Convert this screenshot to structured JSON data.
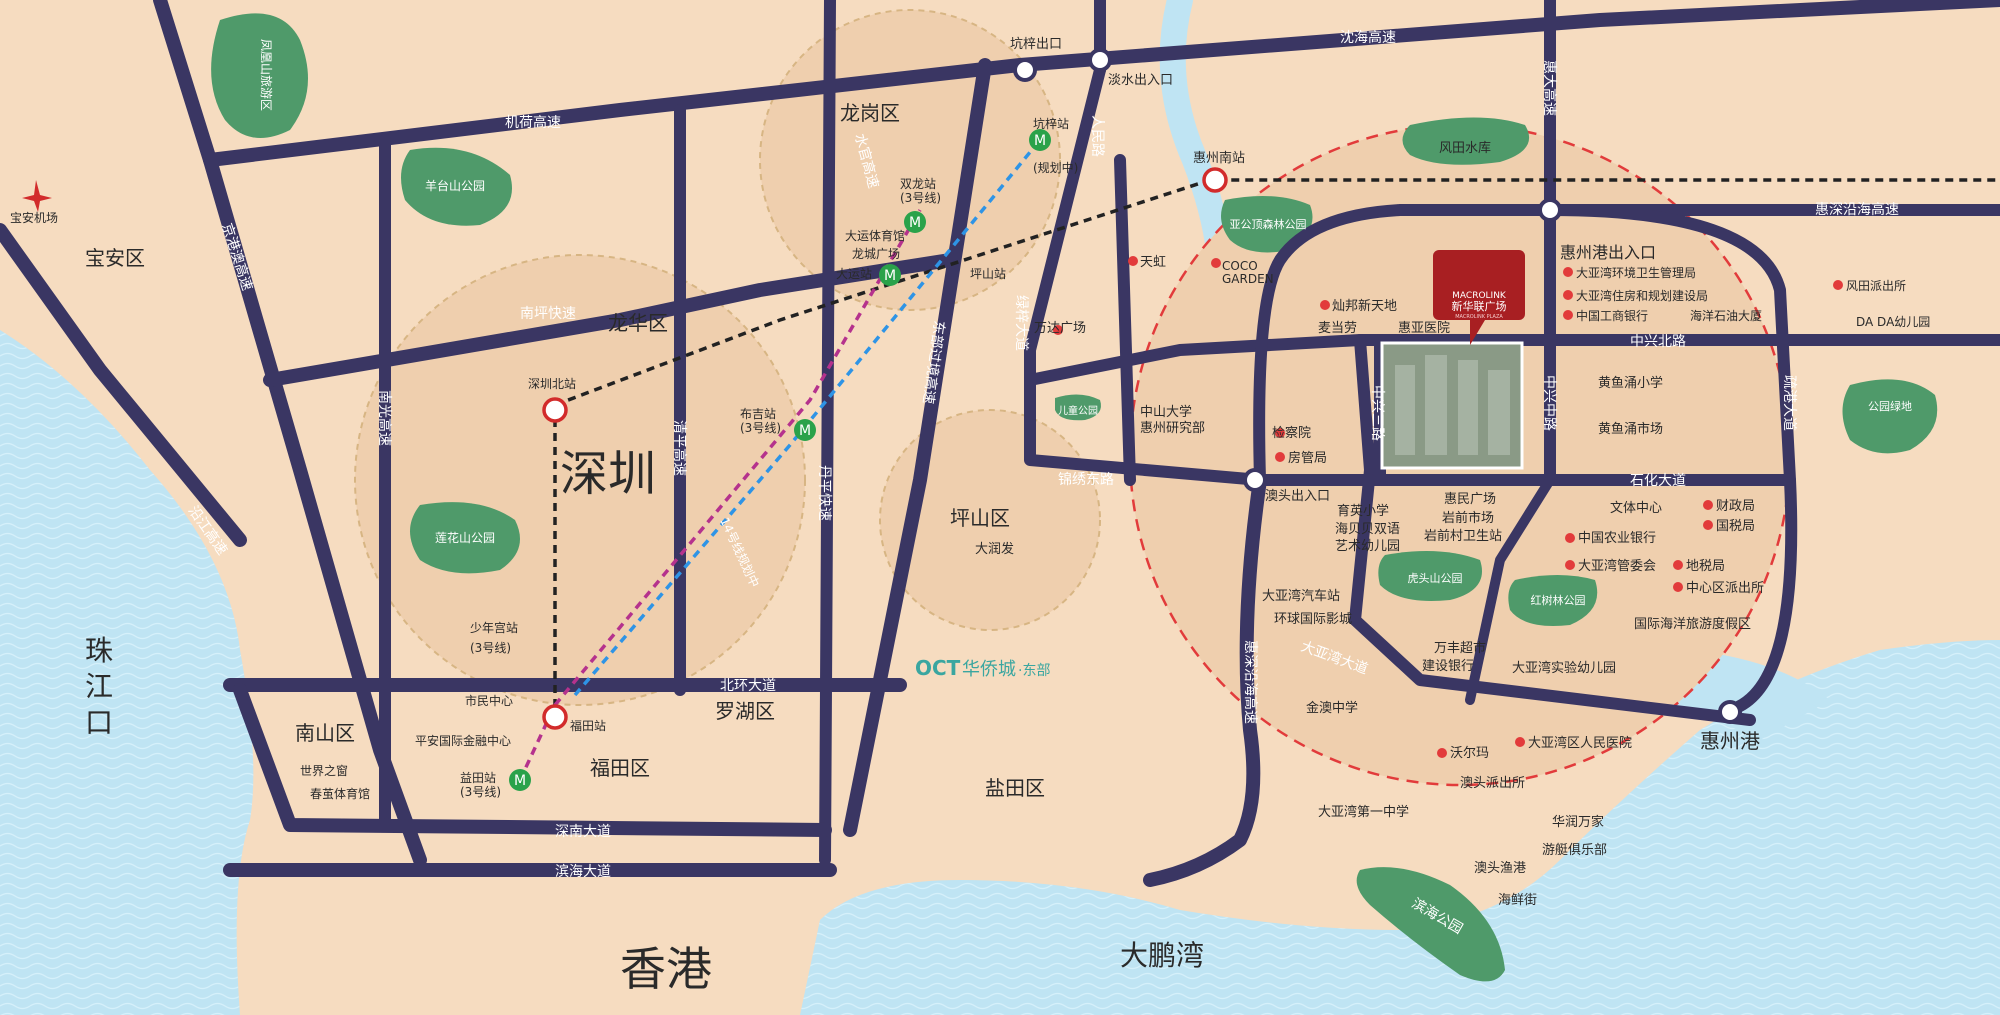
{
  "colors": {
    "land": "#f6dcc0",
    "water": "#bfe4f3",
    "park": "#4f9a6a",
    "road": "#3a3663",
    "district": "#efcfae",
    "metro": "#2aa24a",
    "rail_icon": "#d22b2b"
  },
  "places": {
    "shenzhen": "深圳",
    "hongkong": "香港",
    "dapengwan": "大鹏湾",
    "zhujiangkou": "珠\n江\n口",
    "baoan": "宝安区",
    "longhua": "龙华区",
    "longgang": "龙岗区",
    "pingshan": "坪山区",
    "nanshan": "南山区",
    "futian": "福田区",
    "luohu": "罗湖区",
    "yantian": "盐田区",
    "huizhougang": "惠州港",
    "baoan_airport": "宝安机场"
  },
  "parks": {
    "fenghuangshan": "凤凰山旅游区",
    "yangtaishan": "羊台山公园",
    "lianhuashan": "莲花山公园",
    "fengtian_reservoir": "风田水库",
    "yaqing": "亚公顶森林公园",
    "children_park": "儿童公园",
    "hutoushan": "虎头山公园",
    "hongshulin": "红树林公园",
    "binhai_park": "滨海公园",
    "public_green": "公园绿地"
  },
  "roads": {
    "jihe": "机荷高速",
    "shenhai": "沈海高速",
    "nanping": "南坪快速",
    "jinggangao": "京港澳高速",
    "nanguang": "南光高速",
    "qingping": "清平高速",
    "danping": "丹平快速",
    "dongbu_guojing": "东部过境高速",
    "shuiguan": "水官高速",
    "lvzi": "绿梓大道",
    "renmin": "人民路",
    "huida": "惠大高速",
    "huishen_yanhai_top": "惠深沿海高速",
    "huishen_yanhai": "惠深沿海高速",
    "zhongxing_bei": "中兴北路",
    "zhongxing_san": "中兴三路",
    "zhongxing_zhong": "中兴中路",
    "shuigang": "疏港大道",
    "shihua": "石化大道",
    "jinxiu_dong": "锦绣东路",
    "yanjiang": "沿江高速",
    "beihuan": "北环大道",
    "shennan": "深南大道",
    "binhai": "滨海大道",
    "dayawan": "大亚湾大道"
  },
  "stations": {
    "kengzi_exit": "坑梓出口",
    "danshui_exit": "淡水出入口",
    "kengzi_st": "坑梓站\n(规划中)",
    "huizhou_south": "惠州南站",
    "shuanglong": "双龙站\n(3号线)",
    "dayun_gym": "大运体育馆",
    "longcheng": "龙城广场",
    "dayun": "大运站",
    "pingshan_st": "坪山站",
    "buji": "布吉站\n(3号线)",
    "shenzhen_north": "深圳北站",
    "shaoniangong": "少年宫站\n(3号线)",
    "shimin": "市民中心",
    "futian_st": "福田站",
    "pingan": "平安国际金融中心",
    "yitian": "益田站\n(3号线)",
    "shijiezhichuang": "世界之窗",
    "chunjian": "春茧体育馆",
    "line14": "14号线规划中",
    "huizhougang_exit": "惠州港出入口",
    "aotou_exit": "澳头出入口"
  },
  "pois": {
    "tianhong": "天虹",
    "coco": "COCO\nGARDEN",
    "wanda": "万达广场",
    "dayunfa": "大润发",
    "canbang": "灿邦新天地",
    "mcd": "麦当劳",
    "huiya": "惠亚医院",
    "zhongshan": "中山大学\n惠州研究部",
    "jianchayuan": "检察院",
    "fangguanju": "房管局",
    "dayawan_env": "大亚湾环境卫生管理局",
    "dayawan_housing": "大亚湾住房和规划建设局",
    "icbc": "中国工商银行",
    "cnooc": "海洋石油大厦",
    "fengtian_police": "风田派出所",
    "dada": "DA DA幼儿园",
    "huangyuyong_school": "黄鱼涌小学",
    "huangyuyong_market": "黄鱼涌市场",
    "yuying": "育英小学",
    "haibeibei": "海贝贝双语\n艺术幼儿园",
    "huimin": "惠民广场",
    "yanqian_market": "岩前市场",
    "yanqian_clinic": "岩前村卫生站",
    "wenti": "文体中心",
    "caizheng": "财政局",
    "guoshui": "国税局",
    "abc": "中国农业银行",
    "guanweihui": "大亚湾管委会",
    "dishui": "地税局",
    "zhongxin_police": "中心区派出所",
    "bus_station": "大亚湾汽车站",
    "huanqiu_cinema": "环球国际影城",
    "wanfeng": "万丰超市",
    "ccb": "建设银行",
    "haiyang_resort": "国际海洋旅游度假区",
    "shiyan_kg": "大亚湾实验幼儿园",
    "jinao": "金澳中学",
    "walmart": "沃尔玛",
    "renmin_hospital": "大亚湾区人民医院",
    "aotou_police": "澳头派出所",
    "no1_middle": "大亚湾第一中学",
    "huarun": "华润万家",
    "yacht": "游艇俱乐部",
    "aotou_fish": "澳头渔港",
    "seafood": "海鲜街"
  },
  "project": {
    "logo_en": "MACROLINK",
    "logo_cn": "新华联广场",
    "logo_sub": "MACROLINK PLAZA"
  },
  "brand": {
    "oct": "OCT",
    "oct_cn": "华侨城",
    "oct_east": "·东部"
  }
}
